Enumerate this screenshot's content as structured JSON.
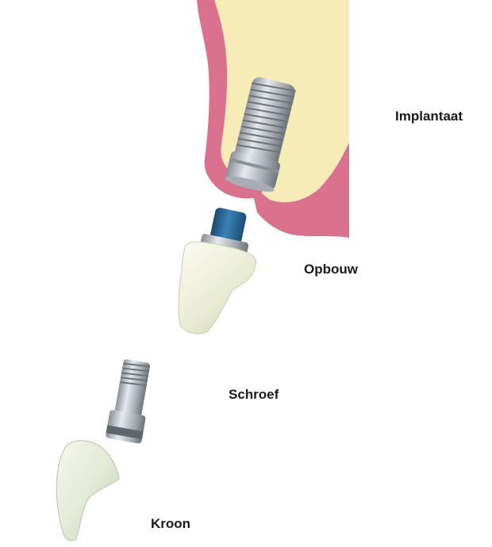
{
  "labels": {
    "implant": "Implantaat",
    "abutment": "Opbouw",
    "screw": "Schroef",
    "crown": "Kroon"
  },
  "colors": {
    "gum": "#d9718f",
    "bone": "#f7ecb8",
    "metal": "#b9bec3",
    "metal_dark": "#7c8288",
    "connector_blue": "#2c6c9c",
    "tooth": "#eef0dc",
    "tooth_shadow": "#c9cdb1",
    "text": "#1a1a1a"
  }
}
